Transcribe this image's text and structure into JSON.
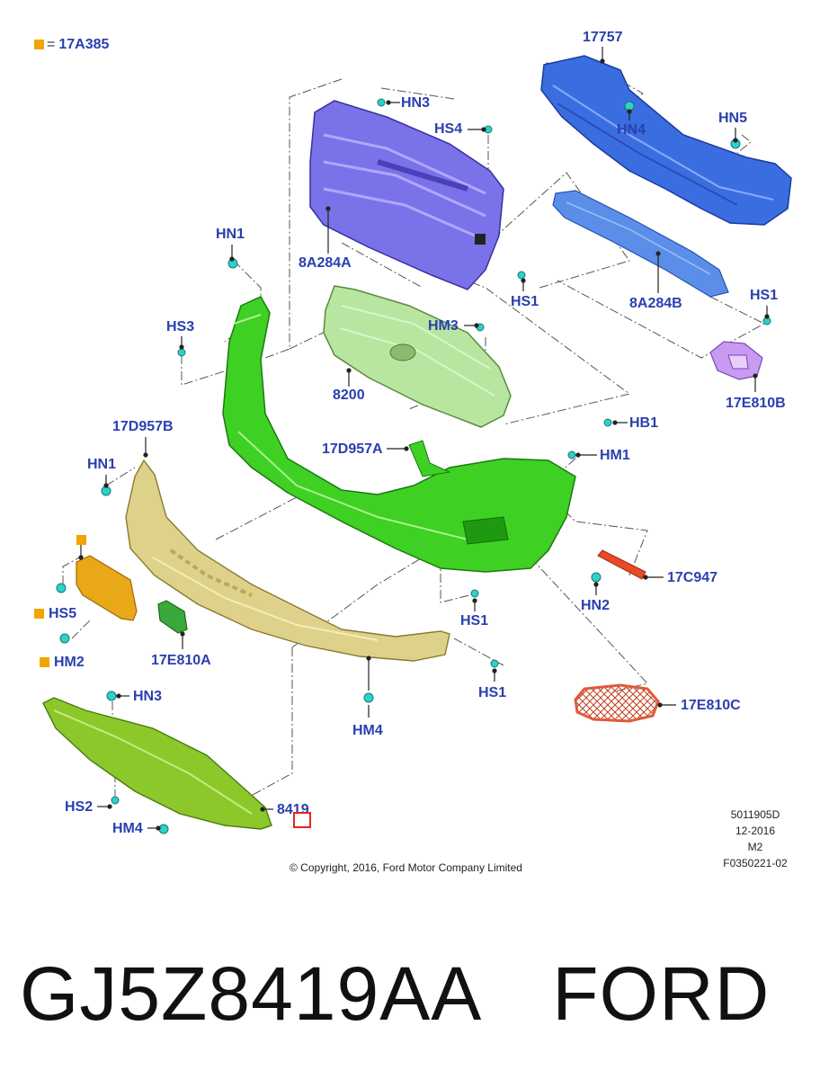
{
  "legend": {
    "marker_color": "#f2a400",
    "symbol": "=",
    "text": "17A385"
  },
  "labels": {
    "p17757": "17757",
    "hn3_top": "HN3",
    "hs4": "HS4",
    "hn4": "HN4",
    "hn5": "HN5",
    "hn1_top": "HN1",
    "a8284a": "8A284A",
    "hs1_a": "HS1",
    "a8284b": "8A284B",
    "hs1_b": "HS1",
    "hs3": "HS3",
    "hm3": "HM3",
    "p8200": "8200",
    "p17e810b": "17E810B",
    "p17d957b": "17D957B",
    "hb1": "HB1",
    "p17d957a": "17D957A",
    "hm1": "HM1",
    "hn1_left": "HN1",
    "p17c947": "17C947",
    "hn2": "HN2",
    "hs5": "HS5",
    "hs1_c": "HS1",
    "p17e810a": "17E810A",
    "hm2": "HM2",
    "hs1_d": "HS1",
    "hn3_bottom": "HN3",
    "p17e810c": "17E810C",
    "hm4_mid": "HM4",
    "hs2": "HS2",
    "p8419": "8419",
    "hm4_bottom": "HM4"
  },
  "meta": {
    "drawing_no": "5011905D",
    "date": "12-2016",
    "rev": "M2",
    "ref": "F0350221-02"
  },
  "copyright": "© Copyright, 2016, Ford Motor Company Limited",
  "caption": {
    "part_number": "GJ5Z8419AA",
    "brand": "FORD"
  },
  "colors": {
    "label": "#2a3fb0",
    "highlight_box": "#e8231f",
    "bumper": "#3fd024",
    "grille_support": "#7a72e8",
    "reinforcement": "#3a6ee0",
    "grille": "#b8e6a0",
    "lower_grille": "#ded28a",
    "splash_shield": "#8cc82a",
    "bracket": "#e8a818",
    "bezel": "#f08060",
    "fog_bracket": "#c89af0",
    "fastener": "#30d0c8"
  }
}
